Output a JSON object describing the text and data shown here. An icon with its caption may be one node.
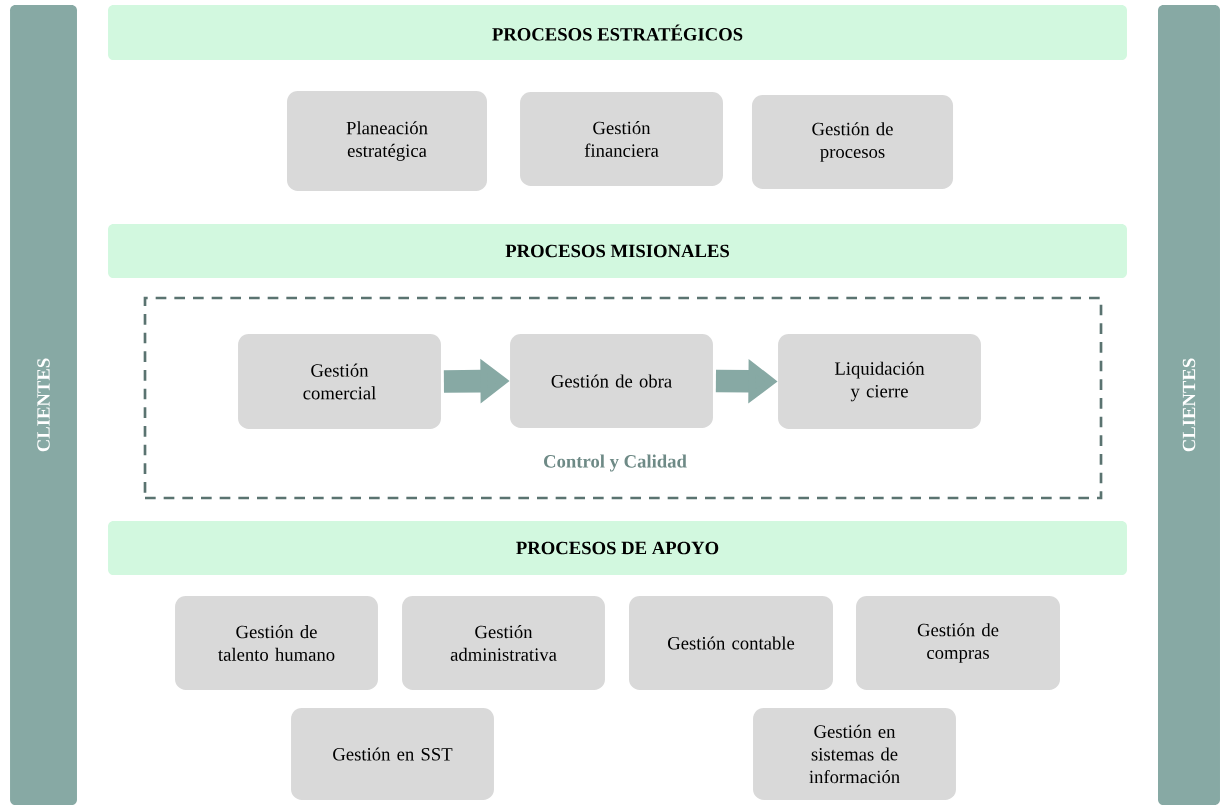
{
  "diagram": {
    "nodes": [
      {
        "text": [
          "CLIENTES"
        ]
      },
      {
        "text": [
          "CLIENTES"
        ]
      },
      {
        "text": [
          "PROCESOS ESTRATÉGICOS"
        ]
      },
      {
        "text": [
          "Planeación estratégica"
        ]
      },
      {
        "text": [
          "Gestión financiera"
        ]
      },
      {
        "text": [
          "Gestión de procesos"
        ]
      },
      {
        "text": [
          "PROCESOS MISIONALES"
        ]
      },
      {
        "text": [
          "Control y Calidad"
        ]
      },
      {
        "text": [
          "Gestión comercial"
        ],
        "in": 7
      },
      {
        "text": [
          "Gestión de obra"
        ],
        "in": 7
      },
      {
        "text": [
          "Liquidación y cierre"
        ],
        "in": 7
      },
      {
        "text": [
          "PROCESOS DE APOYO"
        ]
      },
      {
        "text": [
          "Gestión de talento humano"
        ]
      },
      {
        "text": [
          "Gestión administrativa"
        ]
      },
      {
        "text": [
          "Gestión contable"
        ]
      },
      {
        "text": [
          "Gestión de compras"
        ]
      },
      {
        "text": [
          "Gestión en SST"
        ]
      },
      {
        "text": [
          "Gestión en sistemas de información"
        ]
      }
    ],
    "edges": [
      {
        "from": 8,
        "to": 9,
        "arrow": "to"
      },
      {
        "from": 9,
        "to": 10,
        "arrow": "to"
      }
    ]
  }
}
